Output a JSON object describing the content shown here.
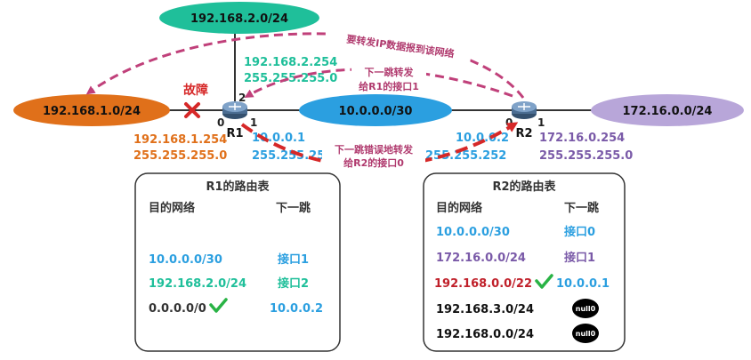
{
  "networks": {
    "top": "192.168.2.0/24",
    "left": "192.168.1.0/24",
    "middle": "10.0.0.0/30",
    "right": "172.16.0.0/24"
  },
  "routers": {
    "r1": "R1",
    "r2": "R2"
  },
  "ports": {
    "r1_top": "2",
    "r1_left": "0",
    "r1_right": "1",
    "r2_left": "0",
    "r2_right": "1"
  },
  "addresses": {
    "r1_if2_ip": "192.168.2.254",
    "r1_if2_mask": "255.255.255.0",
    "r1_if0_ip": "192.168.1.254",
    "r1_if0_mask": "255.255.255.0",
    "r1_if1_ip": "10.0.0.1",
    "r1_if1_mask": "255.255.255",
    "r2_if0_ip": "10.0.0.2",
    "r2_if0_mask": "255.255.252",
    "r2_if1_ip": "172.16.0.254",
    "r2_if1_mask": "255.255.255.0"
  },
  "annotations": {
    "fault": "故障",
    "forward_goal": "要转发IP数据报到该网络",
    "next_hop_r1_line1": "下一跳转发",
    "next_hop_r1_line2": "给R1的接口1",
    "wrong_next_hop_line1": "下一跳错误地转发",
    "wrong_next_hop_line2": "给R2的接口0"
  },
  "r1_table": {
    "title": "R1的路由表",
    "col_dest": "目的网络",
    "col_next": "下一跳",
    "rows": [
      {
        "dest": "10.0.0.0/30",
        "next": "接口1"
      },
      {
        "dest": "192.168.2.0/24",
        "next": "接口2"
      },
      {
        "dest": "0.0.0.0/0",
        "next": "10.0.0.2"
      }
    ]
  },
  "r2_table": {
    "title": "R2的路由表",
    "col_dest": "目的网络",
    "col_next": "下一跳",
    "rows": [
      {
        "dest": "10.0.0.0/30",
        "next": "接口0"
      },
      {
        "dest": "172.16.0.0/24",
        "next": "接口1"
      },
      {
        "dest": "192.168.0.0/22",
        "next": "10.0.0.1"
      },
      {
        "dest": "192.168.3.0/24",
        "next": "null0"
      },
      {
        "dest": "192.168.0.0/24",
        "next": "null0"
      }
    ]
  },
  "colors": {
    "teal": "#1fbf9a",
    "orange": "#e0701a",
    "blue": "#2b9fe0",
    "purple": "#9a7ec0",
    "red": "#d62828",
    "pink": "#c0407a",
    "green": "#29b345"
  },
  "icons": [
    "router-icon",
    "fault-x-icon",
    "check-icon",
    "null0-icon"
  ]
}
